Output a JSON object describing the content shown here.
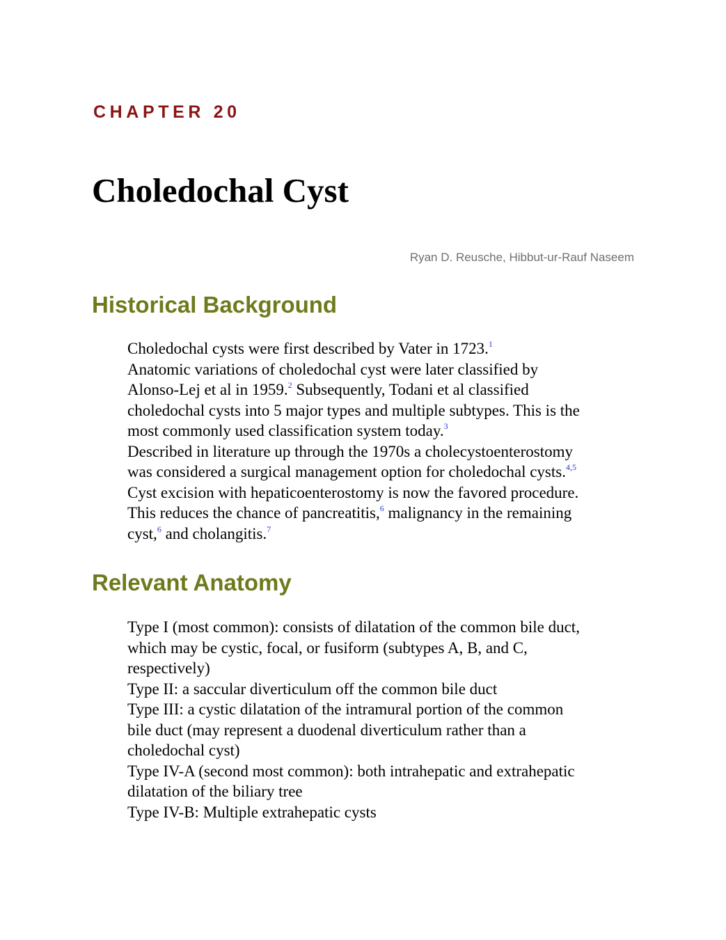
{
  "chapter_label": "CHAPTER 20",
  "title": "Choledochal Cyst",
  "authors": "Ryan D. Reusche, Hibbut-ur-Rauf Naseem",
  "sections": [
    {
      "heading": "Historical Background",
      "lines": [
        {
          "text": "Choledochal cysts were first described by Vater in 1723.",
          "ref": "1"
        },
        {
          "text": "Anatomic variations of choledochal cyst were later classified by"
        },
        {
          "text": "Alonso-Lej et al in 1959.",
          "ref": "2",
          "after": " Subsequently, Todani et al classified"
        },
        {
          "text": "choledochal cysts into 5 major types and multiple subtypes. This is the"
        },
        {
          "text": "most commonly used classification system today.",
          "ref": "3"
        },
        {
          "text": "Described in literature up through the 1970s a cholecystoenterostomy"
        },
        {
          "text": "was considered a surgical management option for choledochal cysts.",
          "ref": "4,5"
        },
        {
          "text": "Cyst excision with hepaticoenterostomy is now the favored procedure."
        },
        {
          "text": "This reduces the chance of pancreatitis,",
          "ref": "6",
          "after": " malignancy in the remaining"
        },
        {
          "text": "cyst,",
          "ref": "6",
          "after": " and cholangitis.",
          "ref2": "7"
        }
      ]
    },
    {
      "heading": "Relevant Anatomy",
      "lines": [
        {
          "text": "Type I (most common): consists of dilatation of the common bile duct,"
        },
        {
          "text": "which may be cystic, focal, or fusiform (subtypes A, B, and C,"
        },
        {
          "text": "respectively)"
        },
        {
          "text": "Type II: a saccular diverticulum off the common bile duct"
        },
        {
          "text": "Type III: a cystic dilatation of the intramural portion of the common"
        },
        {
          "text": "bile duct (may represent a duodenal diverticulum rather than a"
        },
        {
          "text": "choledochal cyst)"
        },
        {
          "text": "Type IV-A (second most common): both intrahepatic and extrahepatic"
        },
        {
          "text": "dilatation of the biliary tree"
        },
        {
          "text": "Type IV-B: Multiple extrahepatic cysts"
        }
      ]
    }
  ]
}
